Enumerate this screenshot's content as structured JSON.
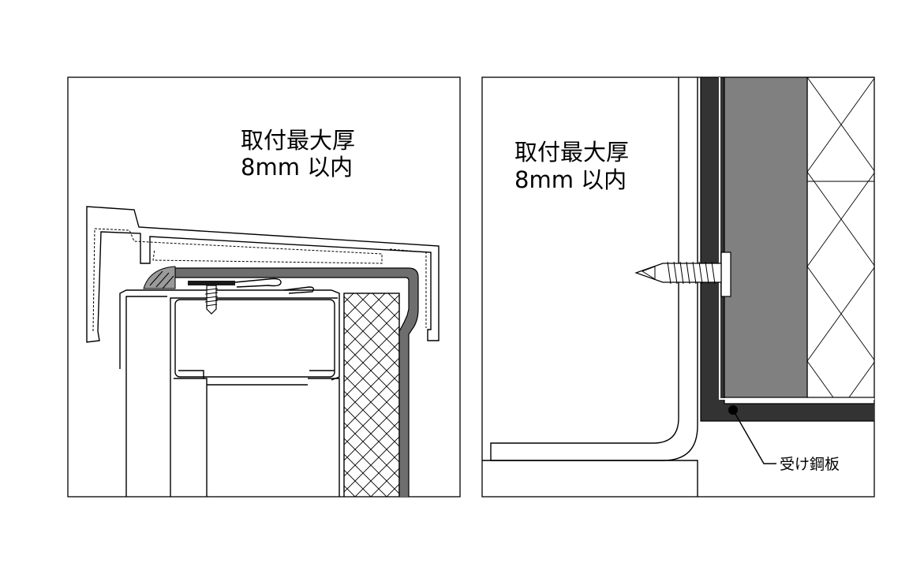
{
  "left_panel": {
    "label_line1": "取付最大厚",
    "label_line2": "8mm 以内"
  },
  "right_panel": {
    "label_line1": "取付最大厚",
    "label_line2": "8mm 以内",
    "callout": "受け鋼板"
  },
  "colors": {
    "line": "#000000",
    "dark_steel": "#333333",
    "mid_gray": "#808080",
    "seal_gray": "#707070",
    "background": "#ffffff"
  }
}
